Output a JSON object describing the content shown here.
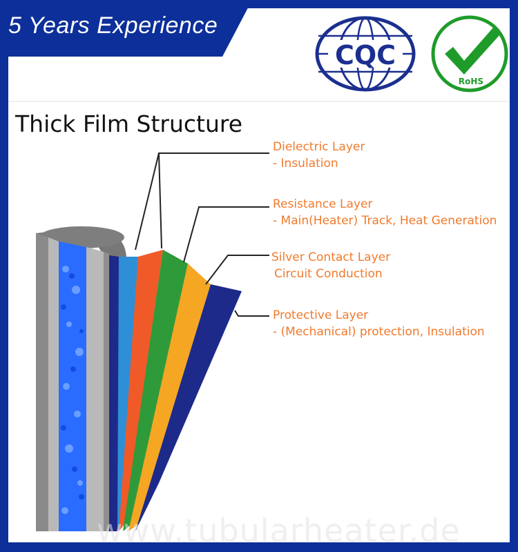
{
  "banner": {
    "text": "5 Years Experience",
    "color": "#0d2f9a"
  },
  "logos": {
    "cqc": {
      "text": "CQC",
      "color": "#1b2f8f"
    },
    "rohs": {
      "text": "RoHS",
      "color": "#1f9b2a",
      "icon": "checkmark-icon"
    }
  },
  "diagram": {
    "title": "Thick Film Structure",
    "layers": [
      {
        "name": "Dielectric Layer",
        "desc": "- Insulation",
        "color": "#2e8fd6"
      },
      {
        "name": "Resistance Layer",
        "desc": "- Main(Heater) Track, Heat Generation",
        "color": "#f05a28"
      },
      {
        "name": "Silver Contact Layer",
        "desc": "Circuit Conduction",
        "color": "#2f9a3a"
      },
      {
        "name": "Protective Layer",
        "desc": "- (Mechanical) protection, Insulation",
        "color": "#1d2a8a"
      }
    ],
    "extra_layer_colors": [
      "#f5a623"
    ],
    "label_color": "#f07a2c",
    "tube_color": "#9a9a9a",
    "water_color": "#2a6cff"
  },
  "watermark": "www.tubularheater.de"
}
